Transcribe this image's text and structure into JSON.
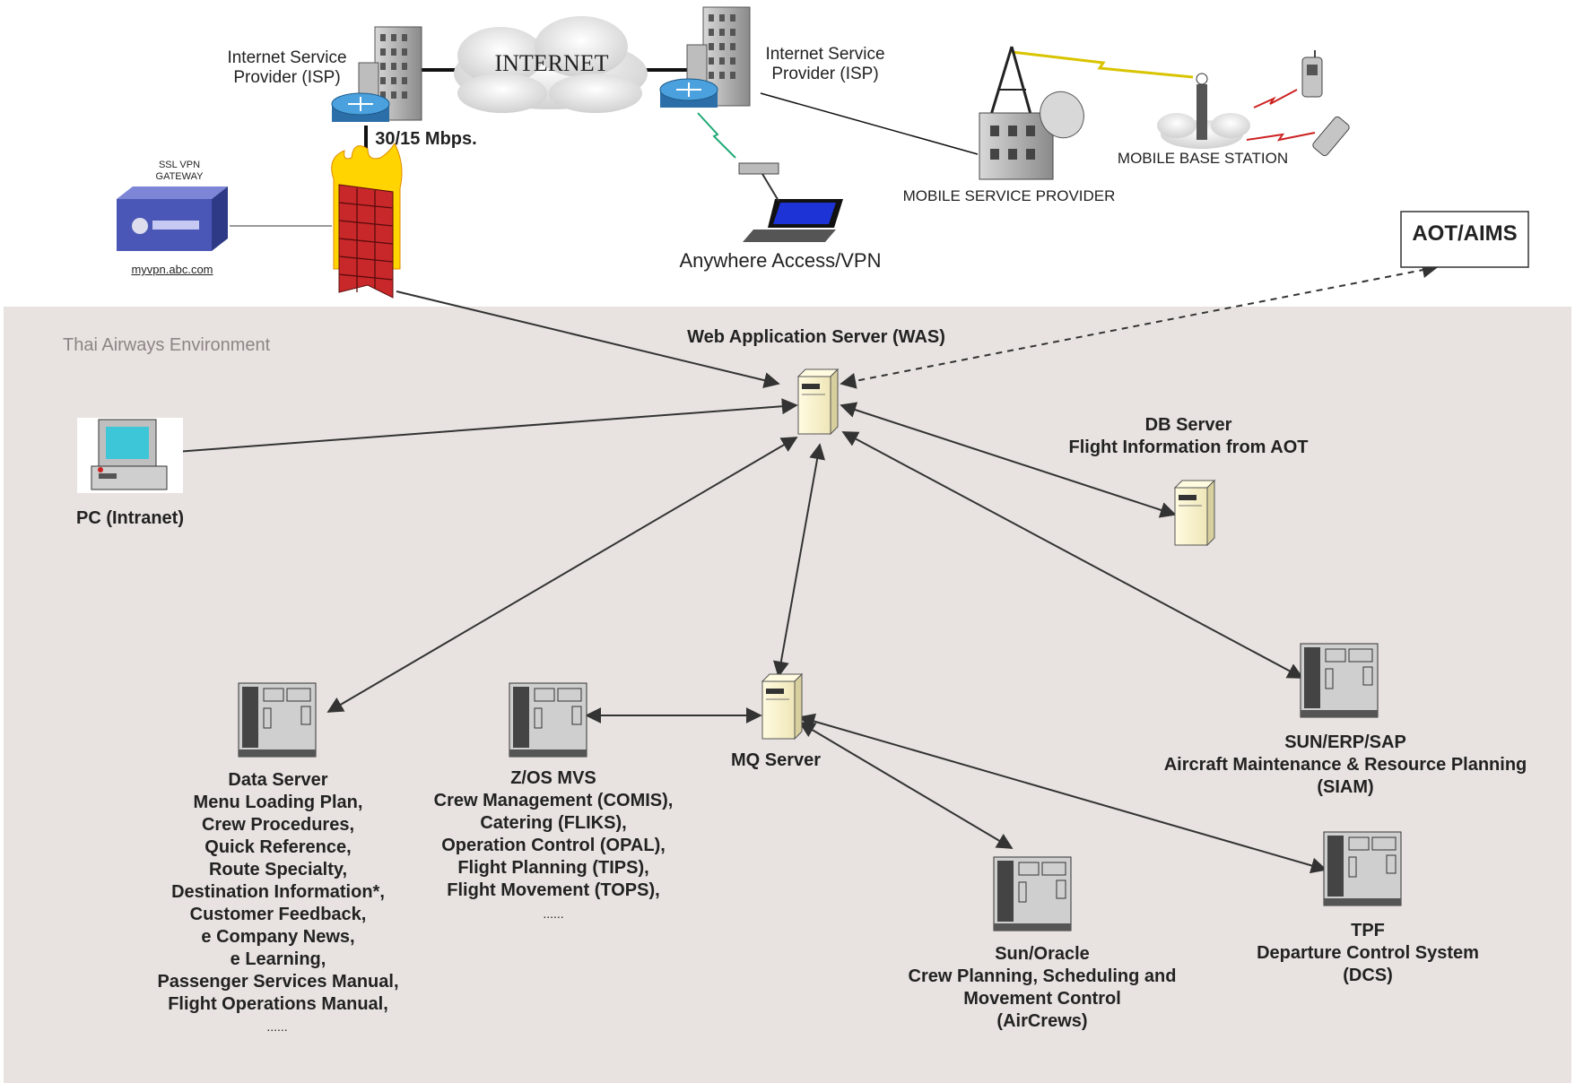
{
  "environment": {
    "label": "Thai Airways Environment"
  },
  "top": {
    "isp_left": "Internet Service\nProvider (ISP)",
    "isp_right": "Internet Service\nProvider (ISP)",
    "internet": "INTERNET",
    "bandwidth": "30/15 Mbps.",
    "ssl_vpn_gateway": "SSL VPN\nGATEWAY",
    "vpn_url": "myvpn.abc.com",
    "anywhere_access": "Anywhere Access/VPN",
    "mobile_service_provider": "MOBILE SERVICE PROVIDER",
    "mobile_base_station": "MOBILE BASE STATION",
    "aot_aims": "AOT/AIMS"
  },
  "nodes": {
    "was": "Web Application Server (WAS)",
    "pc": "PC (Intranet)",
    "db_server": "DB Server\nFlight Information from AOT",
    "mq_server": "MQ Server",
    "sun_erp": "SUN/ERP/SAP\nAircraft Maintenance & Resource Planning\n(SIAM)",
    "tpf": "TPF\nDeparture Control System\n(DCS)",
    "sun_oracle": "Sun/Oracle\nCrew Planning, Scheduling and\nMovement Control\n(AirCrews)",
    "zos": "Z/OS MVS\nCrew Management (COMIS),\nCatering (FLIKS),\nOperation Control (OPAL),\nFlight Planning (TIPS),\nFlight Movement (TOPS),",
    "zos_more": "......",
    "data_server": "Data Server\nMenu Loading Plan,\nCrew Procedures,\nQuick Reference,\nRoute Specialty,\nDestination Information*,\nCustomer Feedback,\ne Company News,\ne Learning,\nPassenger Services Manual,\nFlight Operations Manual,",
    "data_more": "......"
  },
  "colors": {
    "environment_bg": "#e8e3e0",
    "firewall": "#c8282a",
    "flame": "#ffd400",
    "router": "#3a8fd0",
    "line": "#333333"
  }
}
